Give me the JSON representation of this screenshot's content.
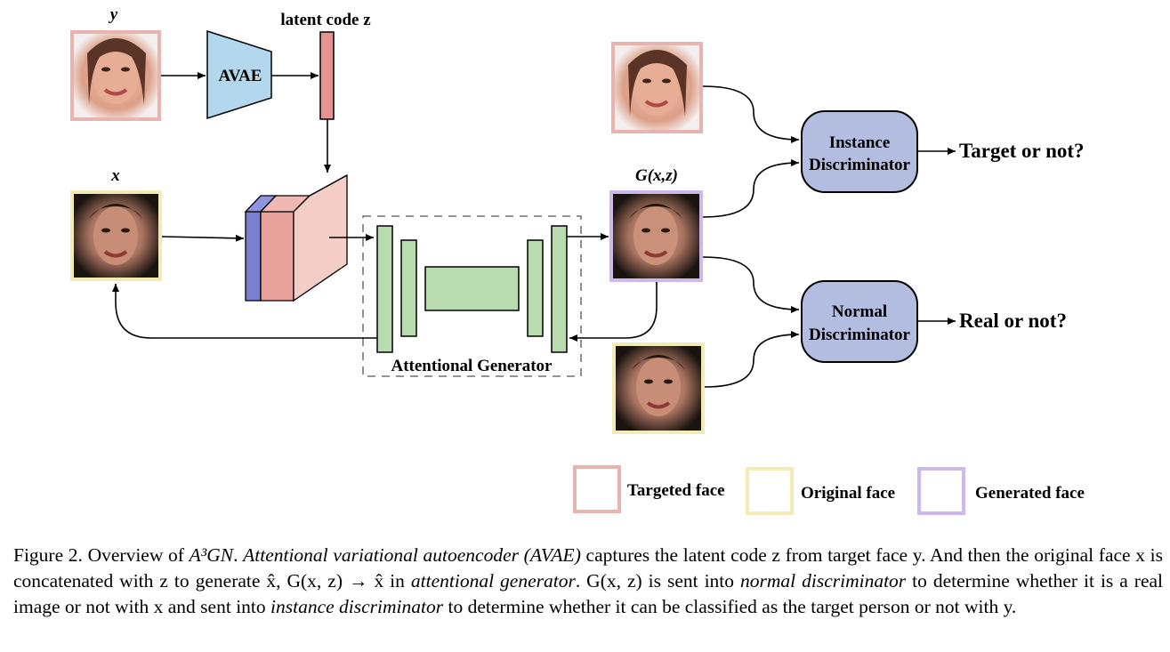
{
  "diagram": {
    "label_y": "y",
    "label_x": "x",
    "label_gxz": "G(x,z)",
    "label_latent": "latent code z",
    "avae_label": "AVAE",
    "attentional_generator_label": "Attentional Generator",
    "instance_disc_line1": "Instance",
    "instance_disc_line2": "Discriminator",
    "normal_disc_line1": "Normal",
    "normal_disc_line2": "Discriminator",
    "output_instance": "Target or not?",
    "output_normal": "Real or not?"
  },
  "legend": {
    "targeted": "Targeted face",
    "original": "Original face",
    "generated": "Generated face"
  },
  "colors": {
    "targeted_border": "#e8b4b0",
    "original_border": "#f3ebb5",
    "generated_border": "#cdb8ec",
    "avae_fill": "#b3d8ee",
    "latent_fill": "#e8938f",
    "generator_fill": "#b8dcb0",
    "disc_fill": "#b3bde0",
    "block_blue": "#7a7fd0",
    "block_pink": "#eaa39c",
    "block_light": "#f5cdc7"
  },
  "caption": {
    "figure_label": "Figure 2. Overview of",
    "model_name": "A³GN",
    "p1": ". ",
    "avae_term": "Attentional variational autoencoder (AVAE)",
    "p2": " captures the latent code z from target face y. And then the original face x is concatenated with z to generate x̂, G(x, z) → x̂ in ",
    "gen_term": "attentional generator",
    "p3": ". G(x, z) is sent into ",
    "normal_term": "normal discriminator",
    "p4": " to determine whether it is a real image or not with x and sent into ",
    "instance_term": "instance discriminator",
    "p5": " to determine whether it can be classified as the target person or not with y."
  }
}
